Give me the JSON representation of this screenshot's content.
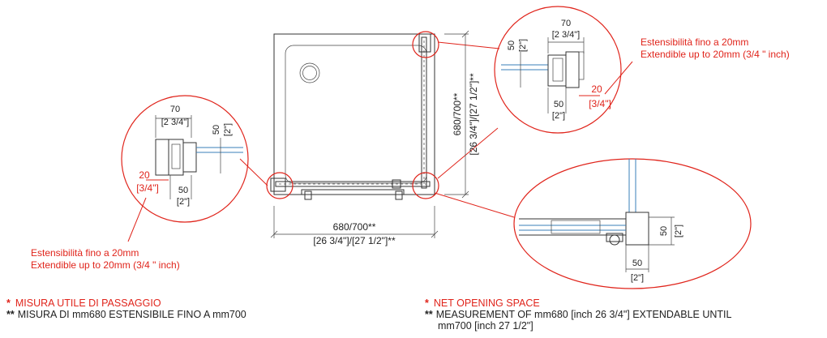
{
  "plan": {
    "width_label": "680/700**",
    "width_label_inch": "[26 3/4\"]/[27 1/2\"]**",
    "depth_label": "680/700**",
    "depth_label_inch": "[26 3/4\"]/[27 1/2\"]**"
  },
  "detail_top_right": {
    "dim_top": "70",
    "dim_top_inch": "[2 3/4\"]",
    "dim_side": "50",
    "dim_side_inch": "[2\"]",
    "dim_bottom": "50",
    "dim_bottom_inch": "[2\"]",
    "dim_ext": "20",
    "dim_ext_inch": "[3/4\"]",
    "note_it": "Estensibilità fino a 20mm",
    "note_en": "Extendible up to 20mm (3/4 \" inch)"
  },
  "detail_left": {
    "dim_top": "70",
    "dim_top_inch": "[2 3/4\"]",
    "dim_side": "50",
    "dim_side_inch": "[2\"]",
    "dim_bottom": "50",
    "dim_bottom_inch": "[2\"]",
    "dim_ext": "20",
    "dim_ext_inch": "[3/4\"]",
    "note_it": "Estensibilità fino a 20mm",
    "note_en": "Extendible up to 20mm (3/4 \" inch)"
  },
  "detail_bottom_right": {
    "dim_side": "50",
    "dim_side_inch": "[2\"]",
    "dim_bottom": "50",
    "dim_bottom_inch": "[2\"]"
  },
  "legend_it": {
    "line1_mark": "*",
    "line1": "MISURA UTILE DI PASSAGGIO",
    "line2_mark": "**",
    "line2": "MISURA DI mm680 ESTENSIBILE FINO A mm700"
  },
  "legend_en": {
    "line1_mark": "*",
    "line1": "NET OPENING SPACE",
    "line2_mark": "**",
    "line2a": "MEASUREMENT OF mm680 [inch 26 3/4\"] EXTENDABLE UNTIL",
    "line2b": "mm700 [inch 27 1/2\"]"
  }
}
